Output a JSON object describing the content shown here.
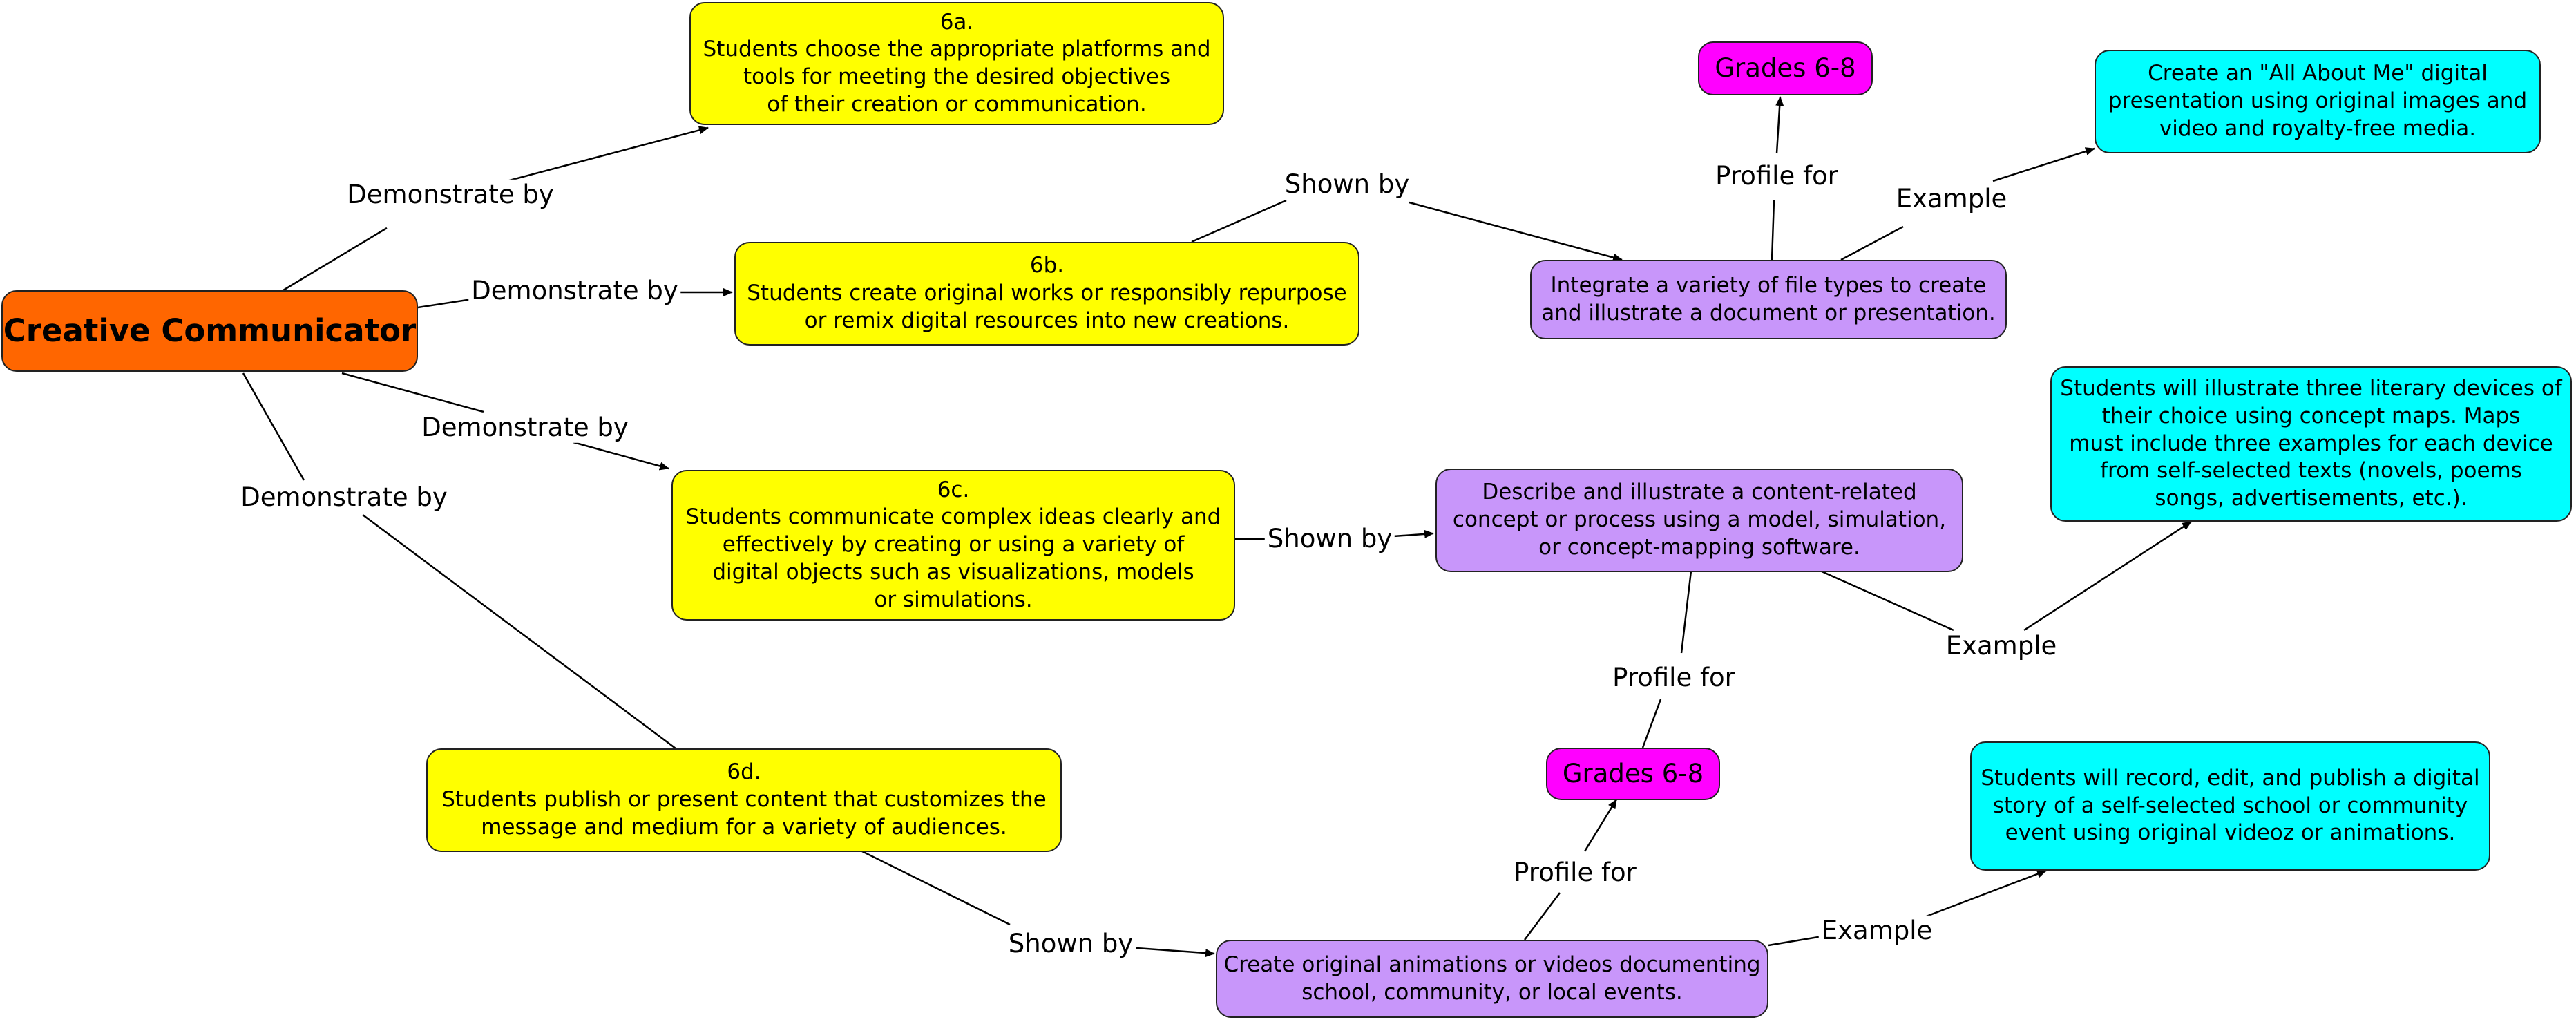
{
  "colors": {
    "root": "#ff6600",
    "standard": "#ffff00",
    "activity": "#c896fa",
    "example": "#00ffff",
    "grade": "#ff00ff"
  },
  "nodes": {
    "root": {
      "lines": [
        "Creative Communicator"
      ]
    },
    "s6a": {
      "lines": [
        "6a.",
        "Students choose the appropriate platforms and",
        "tools for meeting the desired objectives",
        "of their creation or communication."
      ]
    },
    "s6b": {
      "lines": [
        "6b.",
        "Students create original works or responsibly repurpose",
        "or remix digital resources into new creations."
      ]
    },
    "s6c": {
      "lines": [
        "6c.",
        "Students communicate complex ideas clearly and",
        "effectively by creating or using a variety of",
        "digital objects such as visualizations, models",
        "or simulations."
      ]
    },
    "s6d": {
      "lines": [
        "6d.",
        "Students publish or present content that customizes the",
        "message and medium for a variety of audiences."
      ]
    },
    "act1": {
      "lines": [
        "Integrate a variety of file types to create",
        "and illustrate a document or presentation."
      ]
    },
    "act2": {
      "lines": [
        "Describe and illustrate a content-related",
        "concept or process using a model, simulation,",
        "or concept-mapping software."
      ]
    },
    "act3": {
      "lines": [
        "Create original animations or videos documenting",
        "school, community, or local events."
      ]
    },
    "grade1": {
      "lines": [
        "Grades 6-8"
      ]
    },
    "grade2": {
      "lines": [
        "Grades 6-8"
      ]
    },
    "ex1": {
      "lines": [
        "Create an \"All About Me\" digital",
        "presentation using original images and",
        "video and royalty-free media."
      ]
    },
    "ex2": {
      "lines": [
        "Students will illustrate three literary devices of",
        "their choice using concept maps. Maps",
        "must include three examples for each device",
        "from self-selected texts (novels, poems",
        "songs, advertisements, etc.)."
      ]
    },
    "ex3": {
      "lines": [
        "Students will record, edit, and publish a digital",
        "story of a self-selected school or community",
        "event using original videoz or animations."
      ]
    }
  },
  "edge_labels": {
    "demo_6a": "Demonstrate by",
    "demo_6b": "Demonstrate by",
    "demo_6c": "Demonstrate by",
    "demo_6d": "Demonstrate by",
    "shown_1": "Shown by",
    "shown_2": "Shown by",
    "shown_3": "Shown by",
    "profile_1": "Profile for",
    "profile_2": "Profile for",
    "profile_3": "Profile for",
    "example_1": "Example",
    "example_2": "Example",
    "example_3": "Example"
  }
}
